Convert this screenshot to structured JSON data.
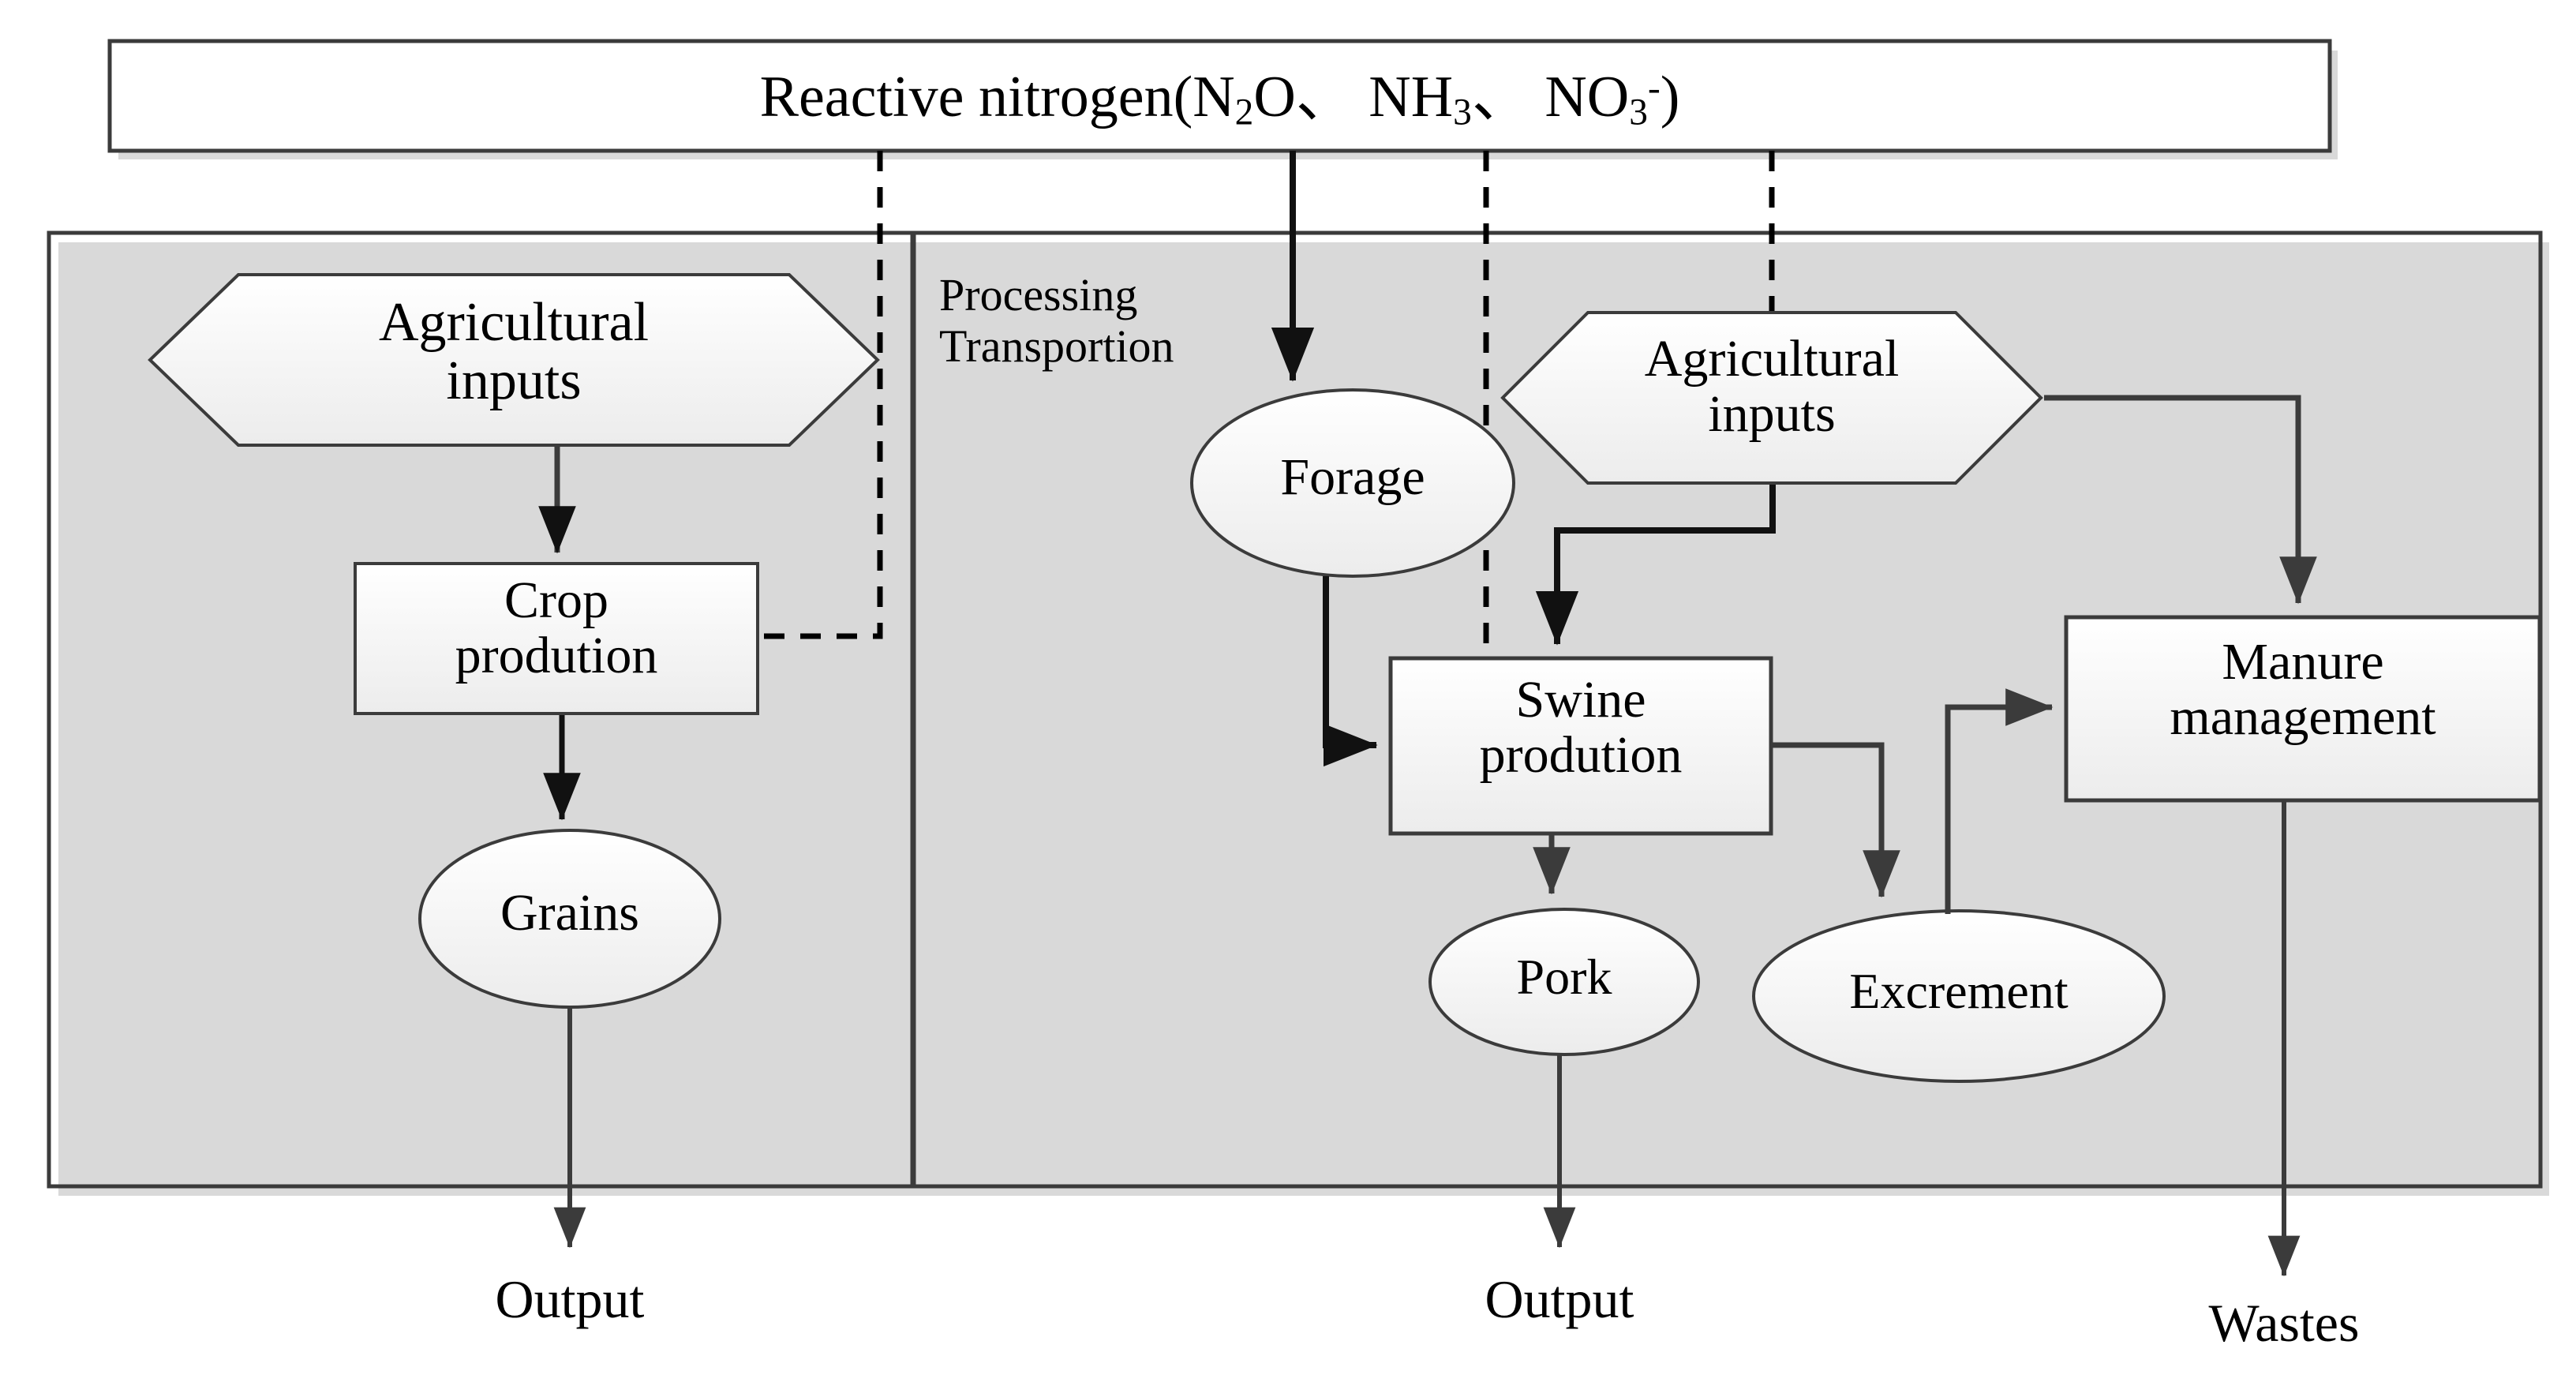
{
  "diagram": {
    "title_box": {
      "text_parts": {
        "lead": "Reactive nitrogen(N",
        "sub1": "2",
        "mid1": "O、 NH",
        "sub2": "3",
        "mid2": "、 NO",
        "sub3": "3",
        "sup3": "-",
        "tail": ")"
      },
      "plain_text": "Reactive nitrogen(N2O、 NH3、 NO3-)"
    },
    "left_panel": {
      "nodes": [
        {
          "id": "crop-agricultural-inputs",
          "label": "Agricultural\ninputs",
          "shape": "hexagon"
        },
        {
          "id": "crop-production",
          "label": "Crop\nprodution",
          "shape": "rectangle"
        },
        {
          "id": "grains",
          "label": "Grains",
          "shape": "ellipse"
        }
      ],
      "outputs": [
        {
          "id": "left-output",
          "label": "Output"
        }
      ]
    },
    "right_panel": {
      "process_label": "Processing\nTransportion",
      "nodes": [
        {
          "id": "forage",
          "label": "Forage",
          "shape": "ellipse"
        },
        {
          "id": "swine-agricultural-inputs",
          "label": "Agricultural\ninputs",
          "shape": "hexagon"
        },
        {
          "id": "swine-production",
          "label": "Swine\nprodution",
          "shape": "rectangle"
        },
        {
          "id": "manure-management",
          "label": "Manure\nmanagement",
          "shape": "rectangle"
        },
        {
          "id": "pork",
          "label": "Pork",
          "shape": "ellipse"
        },
        {
          "id": "excrement",
          "label": "Excrement",
          "shape": "ellipse"
        }
      ],
      "outputs": [
        {
          "id": "right-output",
          "label": "Output"
        },
        {
          "id": "wastes",
          "label": "Wastes"
        }
      ]
    },
    "colors": {
      "stroke": "#3b3b3b",
      "fill_top": "#ffffff",
      "fill_bottom": "#ececec",
      "dashed": "#000000",
      "frame": "#3b3b3b",
      "shadow": "#d9d9d9"
    }
  }
}
